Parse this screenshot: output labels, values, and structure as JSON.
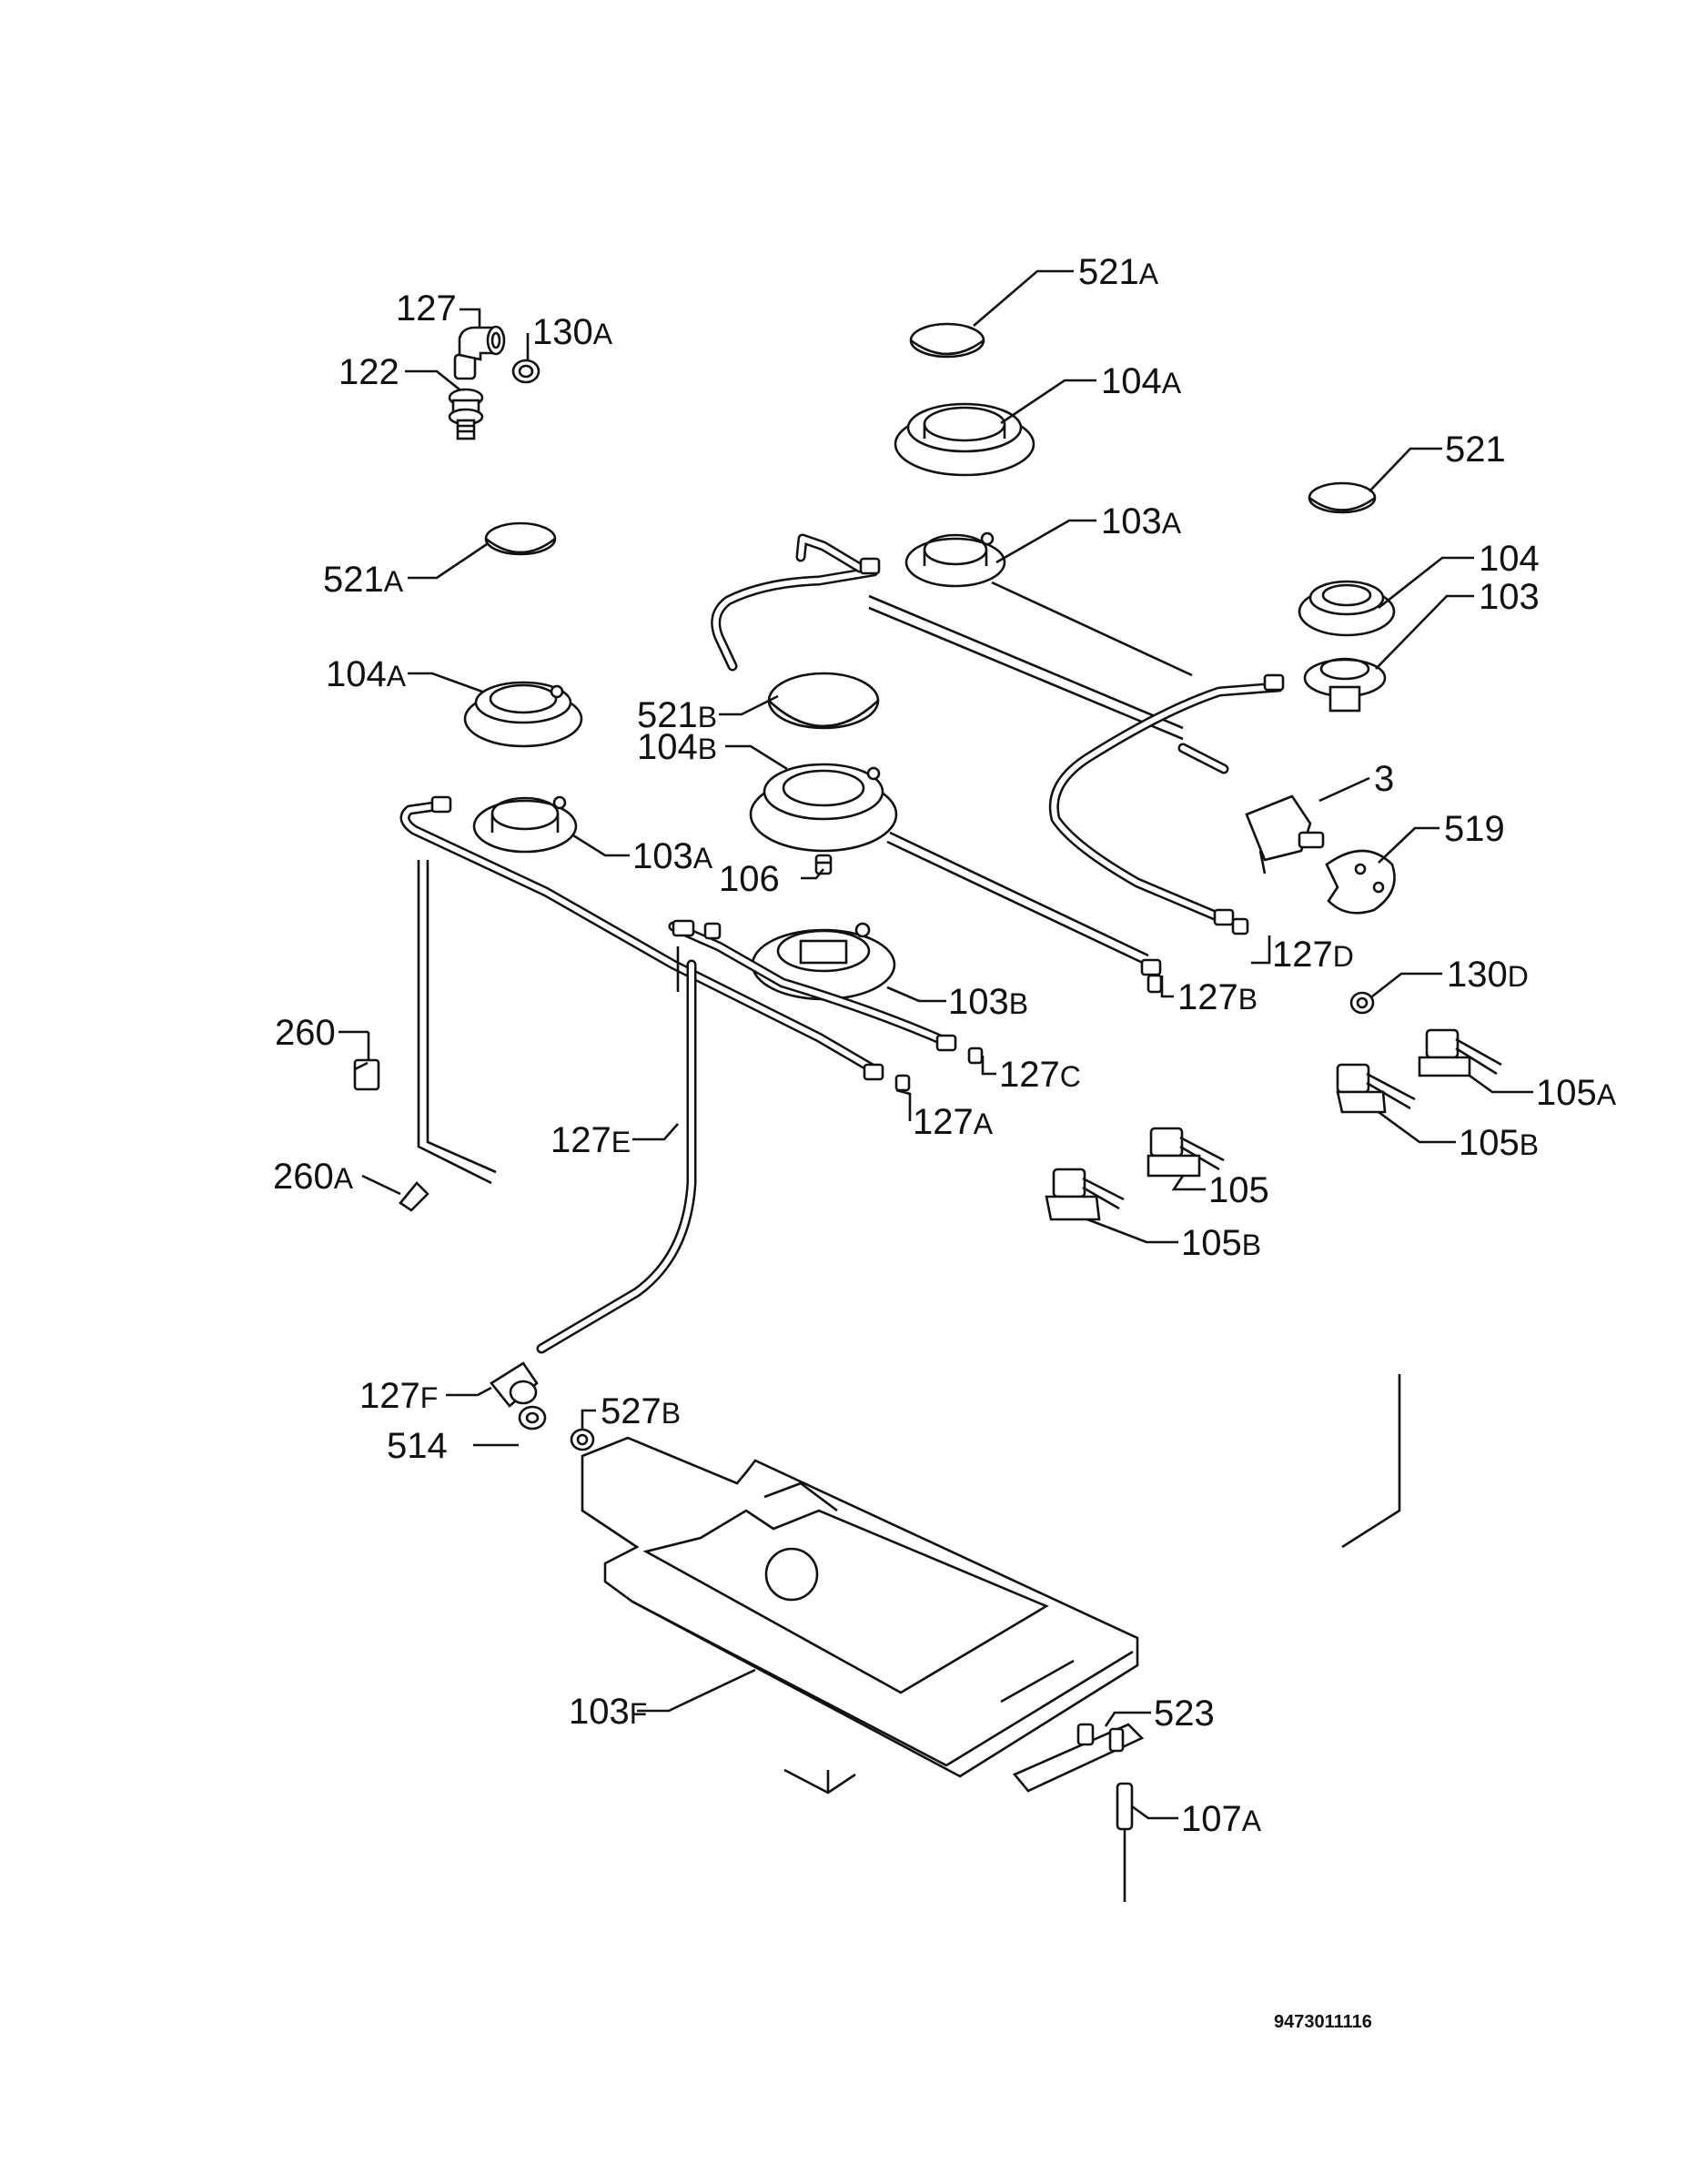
{
  "document_code": "9473011116",
  "labels": {
    "l127_top": {
      "num": "127",
      "sfx": ""
    },
    "l130A": {
      "num": "130",
      "sfx": "A"
    },
    "l122": {
      "num": "122",
      "sfx": ""
    },
    "l521A_top": {
      "num": "521",
      "sfx": "A"
    },
    "l104A_top": {
      "num": "104",
      "sfx": "A"
    },
    "l521": {
      "num": "521",
      "sfx": ""
    },
    "l103A_top": {
      "num": "103",
      "sfx": "A"
    },
    "l521A_left": {
      "num": "521",
      "sfx": "A"
    },
    "l104": {
      "num": "104",
      "sfx": ""
    },
    "l103": {
      "num": "103",
      "sfx": ""
    },
    "l104A_left": {
      "num": "104",
      "sfx": "A"
    },
    "l521B": {
      "num": "521",
      "sfx": "B"
    },
    "l104B": {
      "num": "104",
      "sfx": "B"
    },
    "l3": {
      "num": "3",
      "sfx": ""
    },
    "l519": {
      "num": "519",
      "sfx": ""
    },
    "l103A_left": {
      "num": "103",
      "sfx": "A"
    },
    "l106": {
      "num": "106",
      "sfx": ""
    },
    "l127D": {
      "num": "127",
      "sfx": "D"
    },
    "l130D": {
      "num": "130",
      "sfx": "D"
    },
    "l103B": {
      "num": "103",
      "sfx": "B"
    },
    "l127B": {
      "num": "127",
      "sfx": "B"
    },
    "l260": {
      "num": "260",
      "sfx": ""
    },
    "l127C": {
      "num": "127",
      "sfx": "C"
    },
    "l105A": {
      "num": "105",
      "sfx": "A"
    },
    "l127A": {
      "num": "127",
      "sfx": "A"
    },
    "l127E": {
      "num": "127",
      "sfx": "E"
    },
    "l105B_right": {
      "num": "105",
      "sfx": "B"
    },
    "l260A": {
      "num": "260",
      "sfx": "A"
    },
    "l105": {
      "num": "105",
      "sfx": ""
    },
    "l105B_mid": {
      "num": "105",
      "sfx": "B"
    },
    "l127F": {
      "num": "127",
      "sfx": "F"
    },
    "l527B": {
      "num": "527",
      "sfx": "B"
    },
    "l514": {
      "num": "514",
      "sfx": ""
    },
    "l523": {
      "num": "523",
      "sfx": ""
    },
    "l103F": {
      "num": "103",
      "sfx": "F"
    },
    "l107A": {
      "num": "107",
      "sfx": "A"
    }
  }
}
